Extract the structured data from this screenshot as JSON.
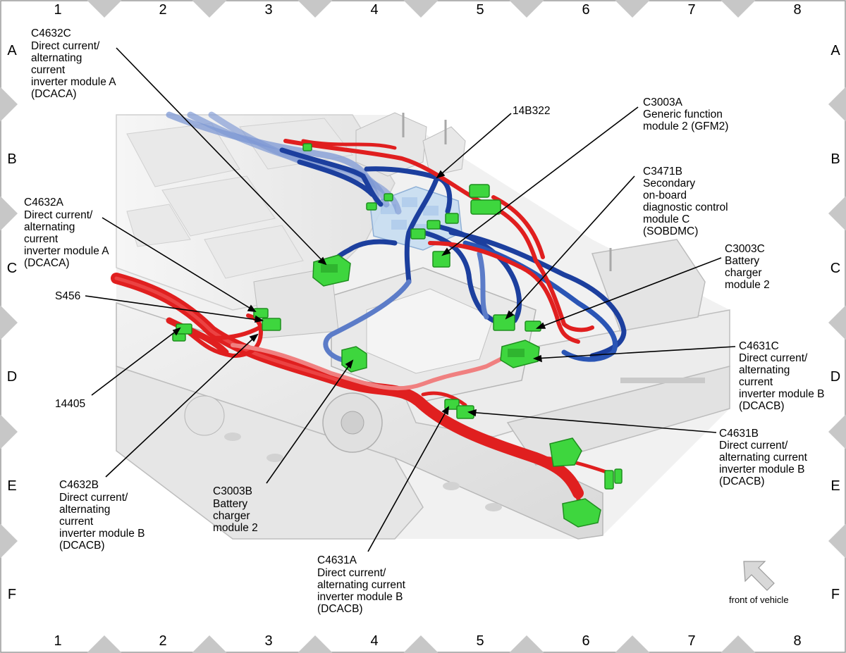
{
  "grid": {
    "columns": [
      "1",
      "2",
      "3",
      "4",
      "5",
      "6",
      "7",
      "8"
    ],
    "rows": [
      "A",
      "B",
      "C",
      "D",
      "E",
      "F"
    ]
  },
  "colors": {
    "hv_cable_blue": "#1c3f9e",
    "hv_cable_blue_light": "#7e98d4",
    "lv_harness_red": "#e01f1f",
    "connector_green": "#3ed63e",
    "frame_gray": "#e8e8e8",
    "frame_edge": "#b8b8b8",
    "marker_gray": "#c7c7c7"
  },
  "callouts": [
    {
      "id": "c4632c",
      "lines": [
        "C4632C",
        "Direct current/",
        "alternating",
        "current",
        "inverter module A",
        "(DCACA)"
      ]
    },
    {
      "id": "c4632a",
      "lines": [
        "C4632A",
        "Direct current/",
        "alternating",
        "current",
        "inverter module A",
        "(DCACA)"
      ]
    },
    {
      "id": "s456",
      "lines": [
        "S456"
      ]
    },
    {
      "id": "n14405",
      "lines": [
        "14405"
      ]
    },
    {
      "id": "c4632b",
      "lines": [
        "C4632B",
        "Direct current/",
        "alternating",
        "current",
        "inverter module B",
        "(DCACB)"
      ]
    },
    {
      "id": "c3003b",
      "lines": [
        "C3003B",
        "Battery",
        "charger",
        "module 2"
      ]
    },
    {
      "id": "c4631a",
      "lines": [
        "C4631A",
        "Direct current/",
        "alternating current",
        "inverter module B",
        "(DCACB)"
      ]
    },
    {
      "id": "n14b322",
      "lines": [
        "14B322"
      ]
    },
    {
      "id": "c3003a",
      "lines": [
        "C3003A",
        "Generic function",
        "module 2 (GFM2)"
      ]
    },
    {
      "id": "c3471b",
      "lines": [
        "C3471B",
        "Secondary",
        "on-board",
        "diagnostic control",
        "module C",
        "(SOBDMC)"
      ]
    },
    {
      "id": "c3003c",
      "lines": [
        "C3003C",
        "Battery",
        "charger",
        "module 2"
      ]
    },
    {
      "id": "c4631c",
      "lines": [
        "C4631C",
        "Direct current/",
        "alternating",
        "current",
        "inverter module B",
        "(DCACB)"
      ]
    },
    {
      "id": "c4631b",
      "lines": [
        "C4631B",
        "Direct current/",
        "alternating current",
        "inverter module B",
        "(DCACB)"
      ]
    }
  ],
  "front_indicator": {
    "label": "front of vehicle"
  }
}
